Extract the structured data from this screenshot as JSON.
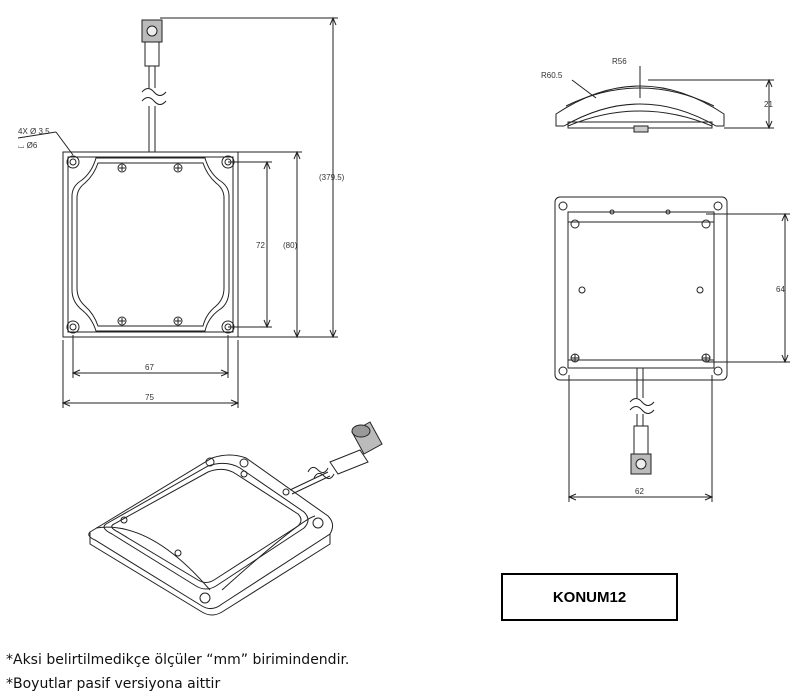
{
  "dimensions": {
    "hole_callout_line1": "4X Ø 3.5",
    "hole_callout_line2": "⌴ Ø6",
    "total_height": "(379.5)",
    "hole_pitch_vertical": "72",
    "body_height": "(80)",
    "hole_pitch_horizontal": "67",
    "body_width": "75",
    "outer_radius": "R60.5",
    "inner_radius": "R56",
    "side_height": "21",
    "back_hole_pitch_vertical": "64",
    "back_width": "62"
  },
  "label": "KONUM12",
  "notes": [
    "*Aksi belirtilmedikçe ölçüler “mm” birimindendir.",
    "*Boyutlar pasif versiyona aittir"
  ]
}
